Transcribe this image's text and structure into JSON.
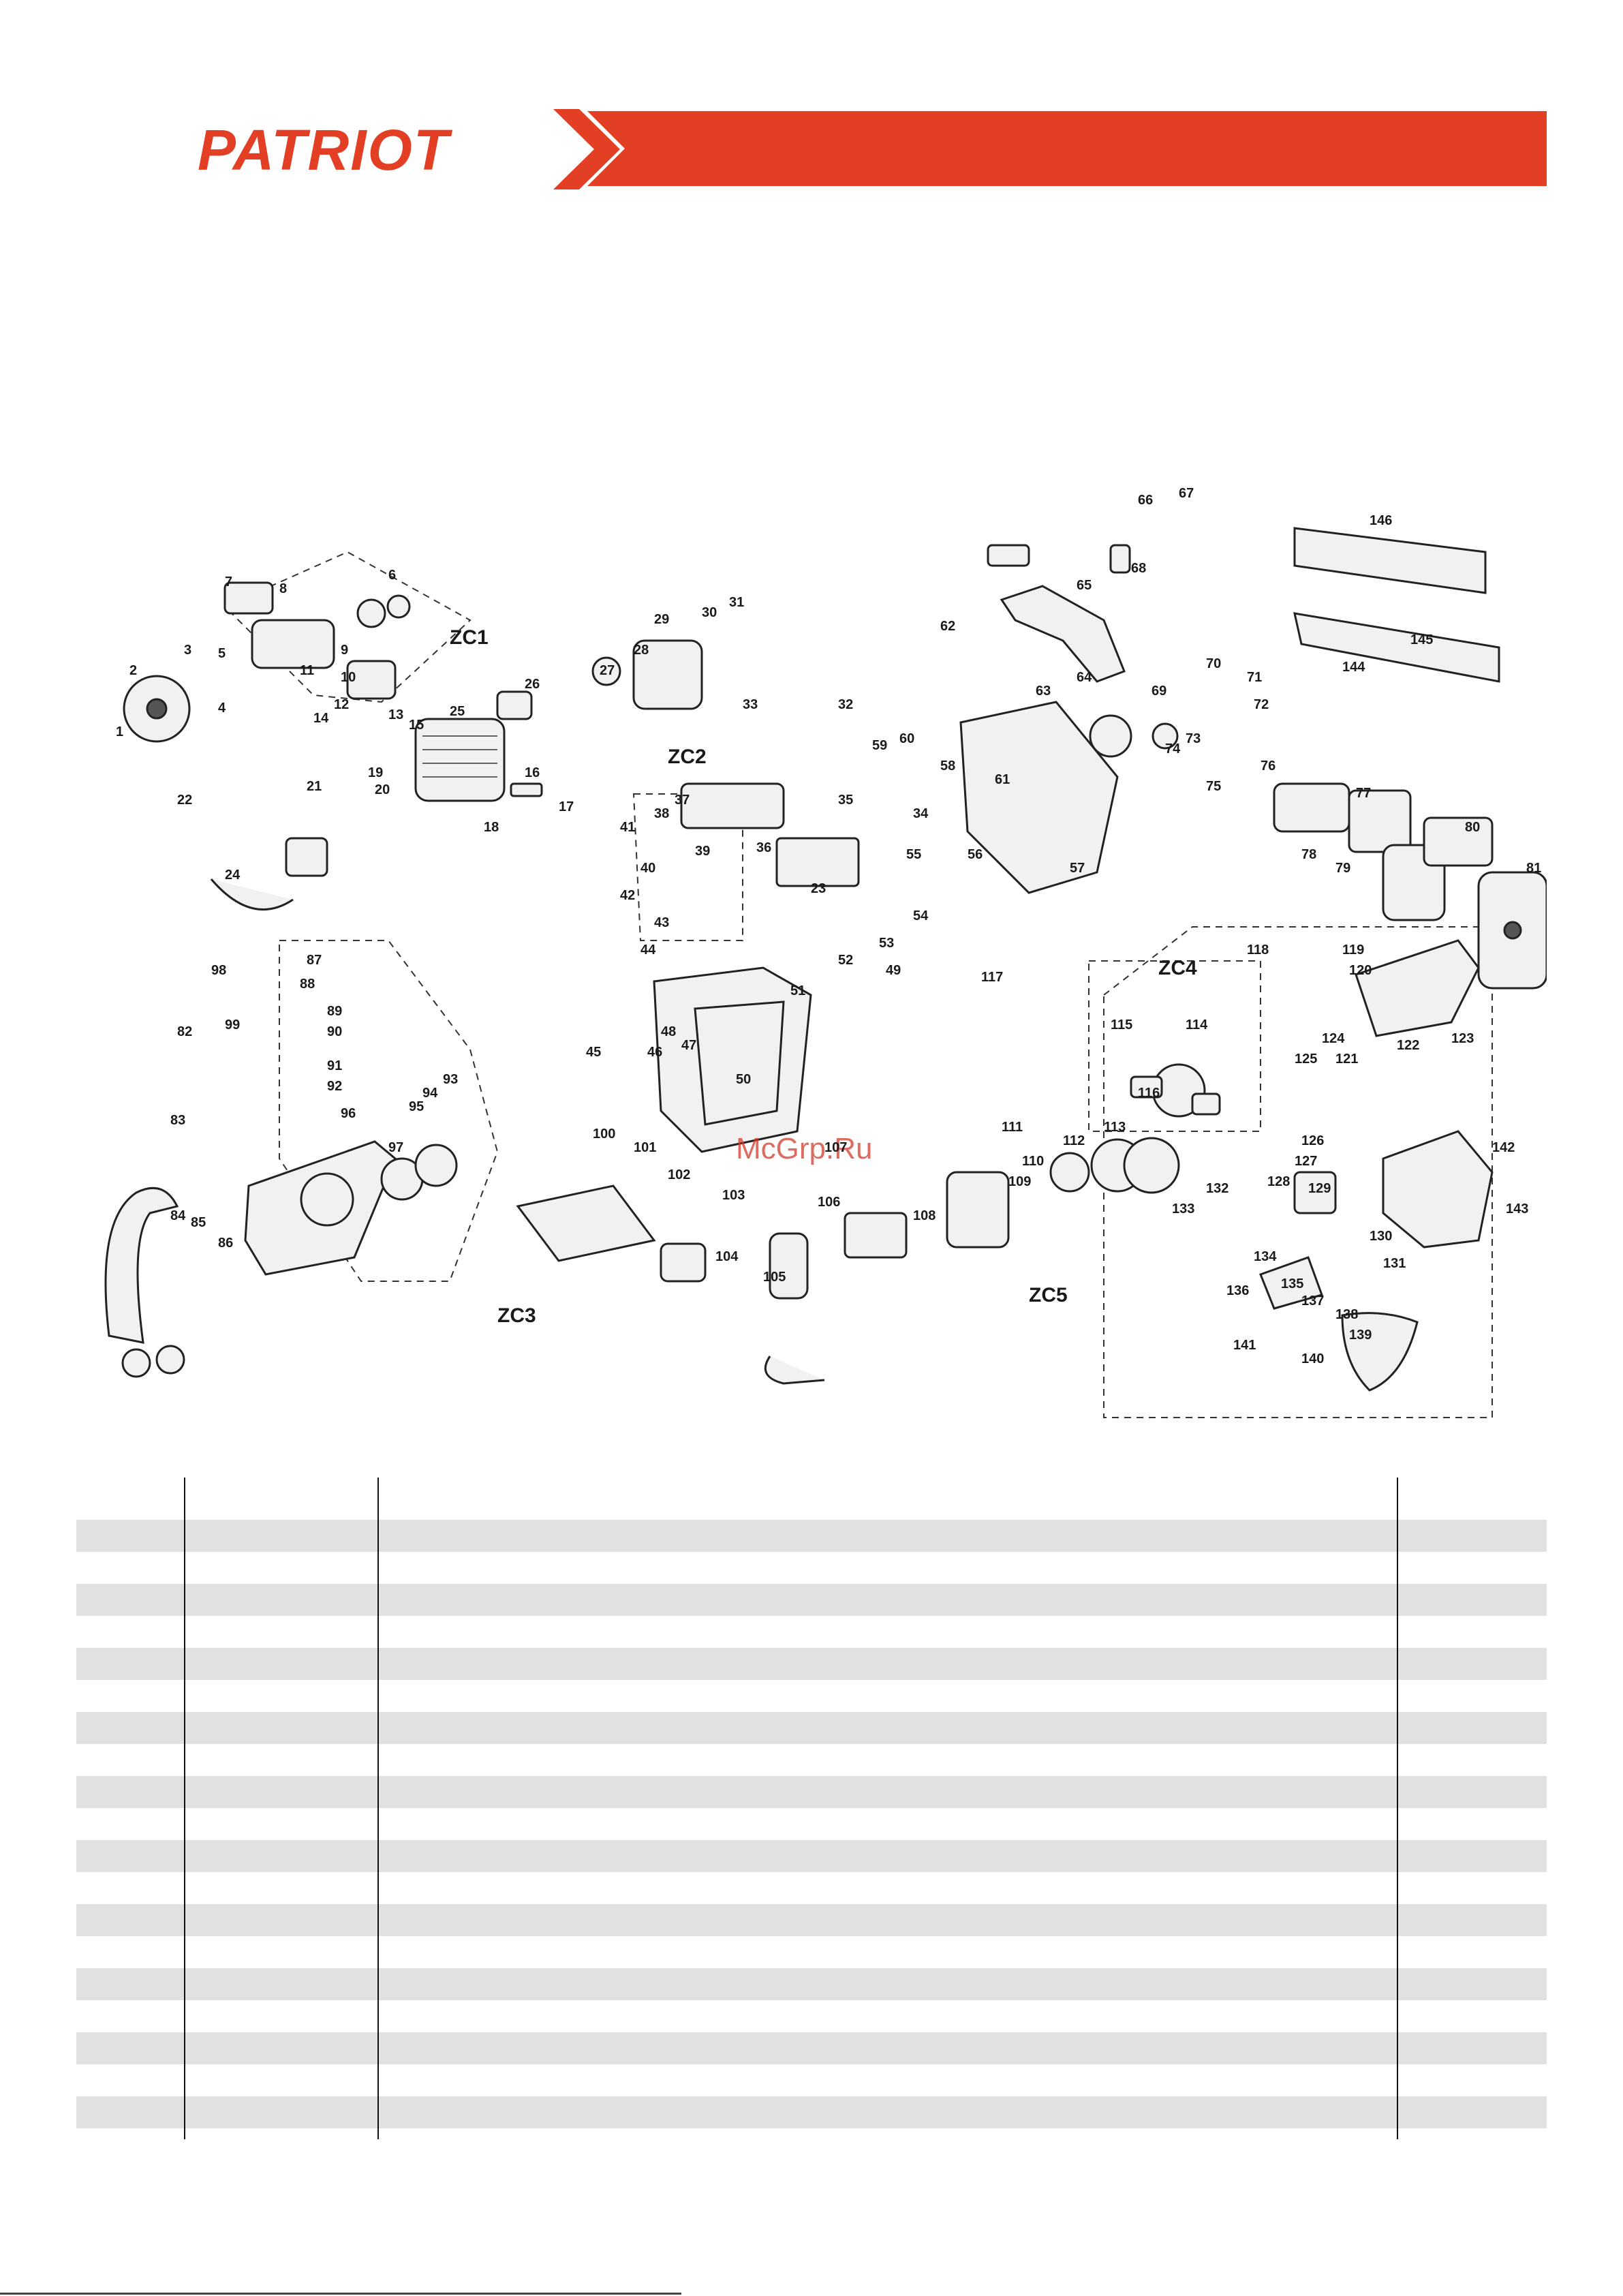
{
  "brand": {
    "name": "PATRIOT",
    "accent_color": "#e33f24"
  },
  "watermark": "McGrp.Ru",
  "diagram": {
    "group_labels": [
      "ZC1",
      "ZC2",
      "ZC3",
      "ZC4",
      "ZC5"
    ],
    "part_numbers": [
      "1",
      "2",
      "3",
      "4",
      "5",
      "6",
      "7",
      "8",
      "9",
      "10",
      "11",
      "12",
      "13",
      "14",
      "15",
      "16",
      "17",
      "18",
      "19",
      "20",
      "21",
      "22",
      "23",
      "24",
      "25",
      "26",
      "27",
      "28",
      "29",
      "30",
      "31",
      "32",
      "33",
      "34",
      "35",
      "36",
      "37",
      "38",
      "39",
      "40",
      "41",
      "42",
      "43",
      "44",
      "45",
      "46",
      "47",
      "48",
      "49",
      "50",
      "51",
      "52",
      "53",
      "54",
      "55",
      "56",
      "57",
      "58",
      "59",
      "60",
      "61",
      "62",
      "63",
      "64",
      "65",
      "66",
      "67",
      "68",
      "69",
      "70",
      "71",
      "72",
      "73",
      "74",
      "75",
      "76",
      "77",
      "78",
      "79",
      "80",
      "81",
      "82",
      "83",
      "84",
      "85",
      "86",
      "87",
      "88",
      "89",
      "90",
      "91",
      "92",
      "93",
      "94",
      "95",
      "96",
      "97",
      "98",
      "99",
      "100",
      "101",
      "102",
      "103",
      "104",
      "105",
      "106",
      "107",
      "108",
      "109",
      "110",
      "111",
      "112",
      "113",
      "114",
      "115",
      "116",
      "117",
      "118",
      "119",
      "120",
      "121",
      "122",
      "123",
      "124",
      "125",
      "126",
      "127",
      "128",
      "129",
      "130",
      "131",
      "132",
      "133",
      "134",
      "135",
      "136",
      "137",
      "138",
      "139",
      "140",
      "141",
      "142",
      "143",
      "144",
      "145",
      "146"
    ]
  },
  "table": {
    "row_count": 20,
    "shaded": "alternating"
  }
}
